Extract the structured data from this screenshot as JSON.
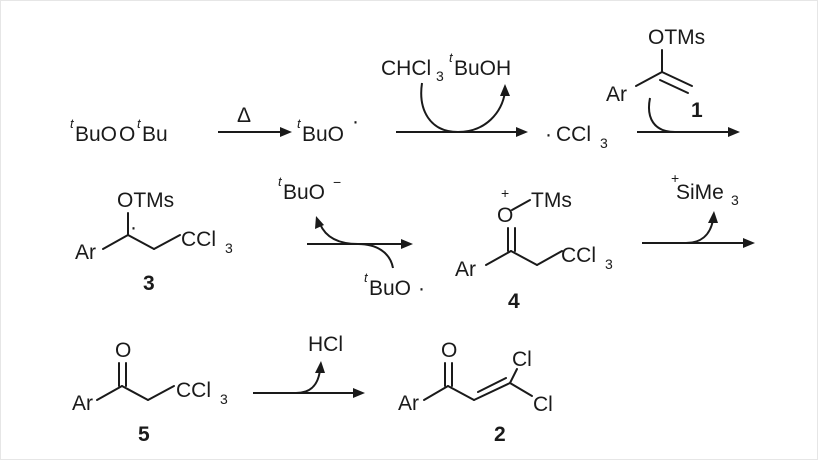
{
  "scheme": {
    "row1": {
      "reactant": {
        "prefix": "t",
        "a": "BuO",
        "b": "O",
        "prefix2": "t",
        "c": "Bu"
      },
      "heat_symbol": "Δ",
      "radical": {
        "prefix": "t",
        "text": "BuO",
        "dot": "·"
      },
      "reagent_in": {
        "text": "CHCl",
        "sub": "3"
      },
      "byproduct_out": {
        "prefix": "t",
        "text": "BuOH"
      },
      "ccl3_radical": {
        "dot": "·",
        "text": "CCl",
        "sub": "3"
      },
      "compound_1": {
        "otms": "OTMs",
        "ar": "Ar",
        "label": "1"
      }
    },
    "row2": {
      "compound_3": {
        "otms": "OTMs",
        "ar": "Ar",
        "ccl": "CCl",
        "sub": "3",
        "radical_dot": "·",
        "label": "3"
      },
      "out": {
        "prefix": "t",
        "text": "BuO",
        "charge": "−"
      },
      "in": {
        "prefix": "t",
        "text": "BuO",
        "dot": "·"
      },
      "compound_4": {
        "o": "O",
        "charge": "+",
        "tms": "TMs",
        "ar": "Ar",
        "ccl": "CCl",
        "sub": "3",
        "label": "4"
      },
      "leaving": {
        "charge": "+",
        "text": "SiMe",
        "sub": "3"
      }
    },
    "row3": {
      "compound_5": {
        "o": "O",
        "ar": "Ar",
        "ccl": "CCl",
        "sub": "3",
        "label": "5"
      },
      "leaving": {
        "text": "HCl"
      },
      "compound_2": {
        "o": "O",
        "ar": "Ar",
        "cl1": "Cl",
        "cl2": "Cl",
        "label": "2"
      }
    }
  }
}
